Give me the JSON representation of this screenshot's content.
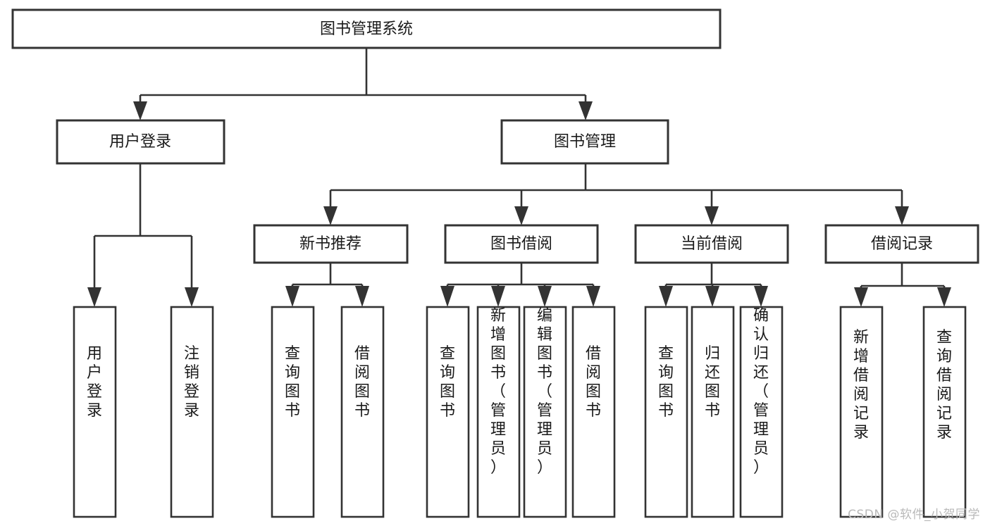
{
  "diagram": {
    "type": "tree-hierarchy-chart",
    "title": "图书管理系统",
    "watermark": "CSDN @软件_小贺同学",
    "colors": {
      "background": "#ffffff",
      "stroke": "#333333",
      "text": "#1a1a1a",
      "watermark": "#b9b9b9"
    },
    "levels": {
      "level0": "root",
      "level1": "modules",
      "level2": "submodules",
      "level3": "functions"
    },
    "nodes": {
      "root": {
        "id": "root",
        "label": "图书管理系统",
        "orientation": "horizontal"
      },
      "level1": [
        {
          "id": "user-login",
          "label": "用户登录",
          "orientation": "horizontal"
        },
        {
          "id": "book-manage",
          "label": "图书管理",
          "orientation": "horizontal"
        }
      ],
      "level2": [
        {
          "id": "new-book-recommend",
          "label": "新书推荐",
          "orientation": "horizontal",
          "parent": "book-manage"
        },
        {
          "id": "book-borrow",
          "label": "图书借阅",
          "orientation": "horizontal",
          "parent": "book-manage"
        },
        {
          "id": "current-borrow",
          "label": "当前借阅",
          "orientation": "horizontal",
          "parent": "book-manage"
        },
        {
          "id": "borrow-record",
          "label": "借阅记录",
          "orientation": "horizontal",
          "parent": "book-manage"
        }
      ],
      "leaves": [
        {
          "id": "leaf-user-login",
          "label": "用户登录",
          "orientation": "vertical",
          "parent": "user-login"
        },
        {
          "id": "leaf-user-logout",
          "label": "注销登录",
          "orientation": "vertical",
          "parent": "user-login"
        },
        {
          "id": "leaf-query-book-1",
          "label": "查询图书",
          "orientation": "vertical",
          "parent": "new-book-recommend"
        },
        {
          "id": "leaf-borrow-book-1",
          "label": "借阅图书",
          "orientation": "vertical",
          "parent": "new-book-recommend"
        },
        {
          "id": "leaf-query-book-2",
          "label": "查询图书",
          "orientation": "vertical",
          "parent": "book-borrow"
        },
        {
          "id": "leaf-add-book",
          "label": "新增图书（管理员）",
          "orientation": "vertical",
          "parent": "book-borrow"
        },
        {
          "id": "leaf-edit-book",
          "label": "编辑图书（管理员）",
          "orientation": "vertical",
          "parent": "book-borrow"
        },
        {
          "id": "leaf-borrow-book-2",
          "label": "借阅图书",
          "orientation": "vertical",
          "parent": "book-borrow"
        },
        {
          "id": "leaf-query-book-3",
          "label": "查询图书",
          "orientation": "vertical",
          "parent": "current-borrow"
        },
        {
          "id": "leaf-return-book",
          "label": "归还图书",
          "orientation": "vertical",
          "parent": "current-borrow"
        },
        {
          "id": "leaf-confirm-return",
          "label": "确认归还（管理员）",
          "orientation": "vertical",
          "parent": "current-borrow"
        },
        {
          "id": "leaf-add-record",
          "label": "新增借阅记录",
          "orientation": "vertical",
          "parent": "borrow-record"
        },
        {
          "id": "leaf-query-record",
          "label": "查询借阅记录",
          "orientation": "vertical",
          "parent": "borrow-record"
        }
      ]
    }
  }
}
